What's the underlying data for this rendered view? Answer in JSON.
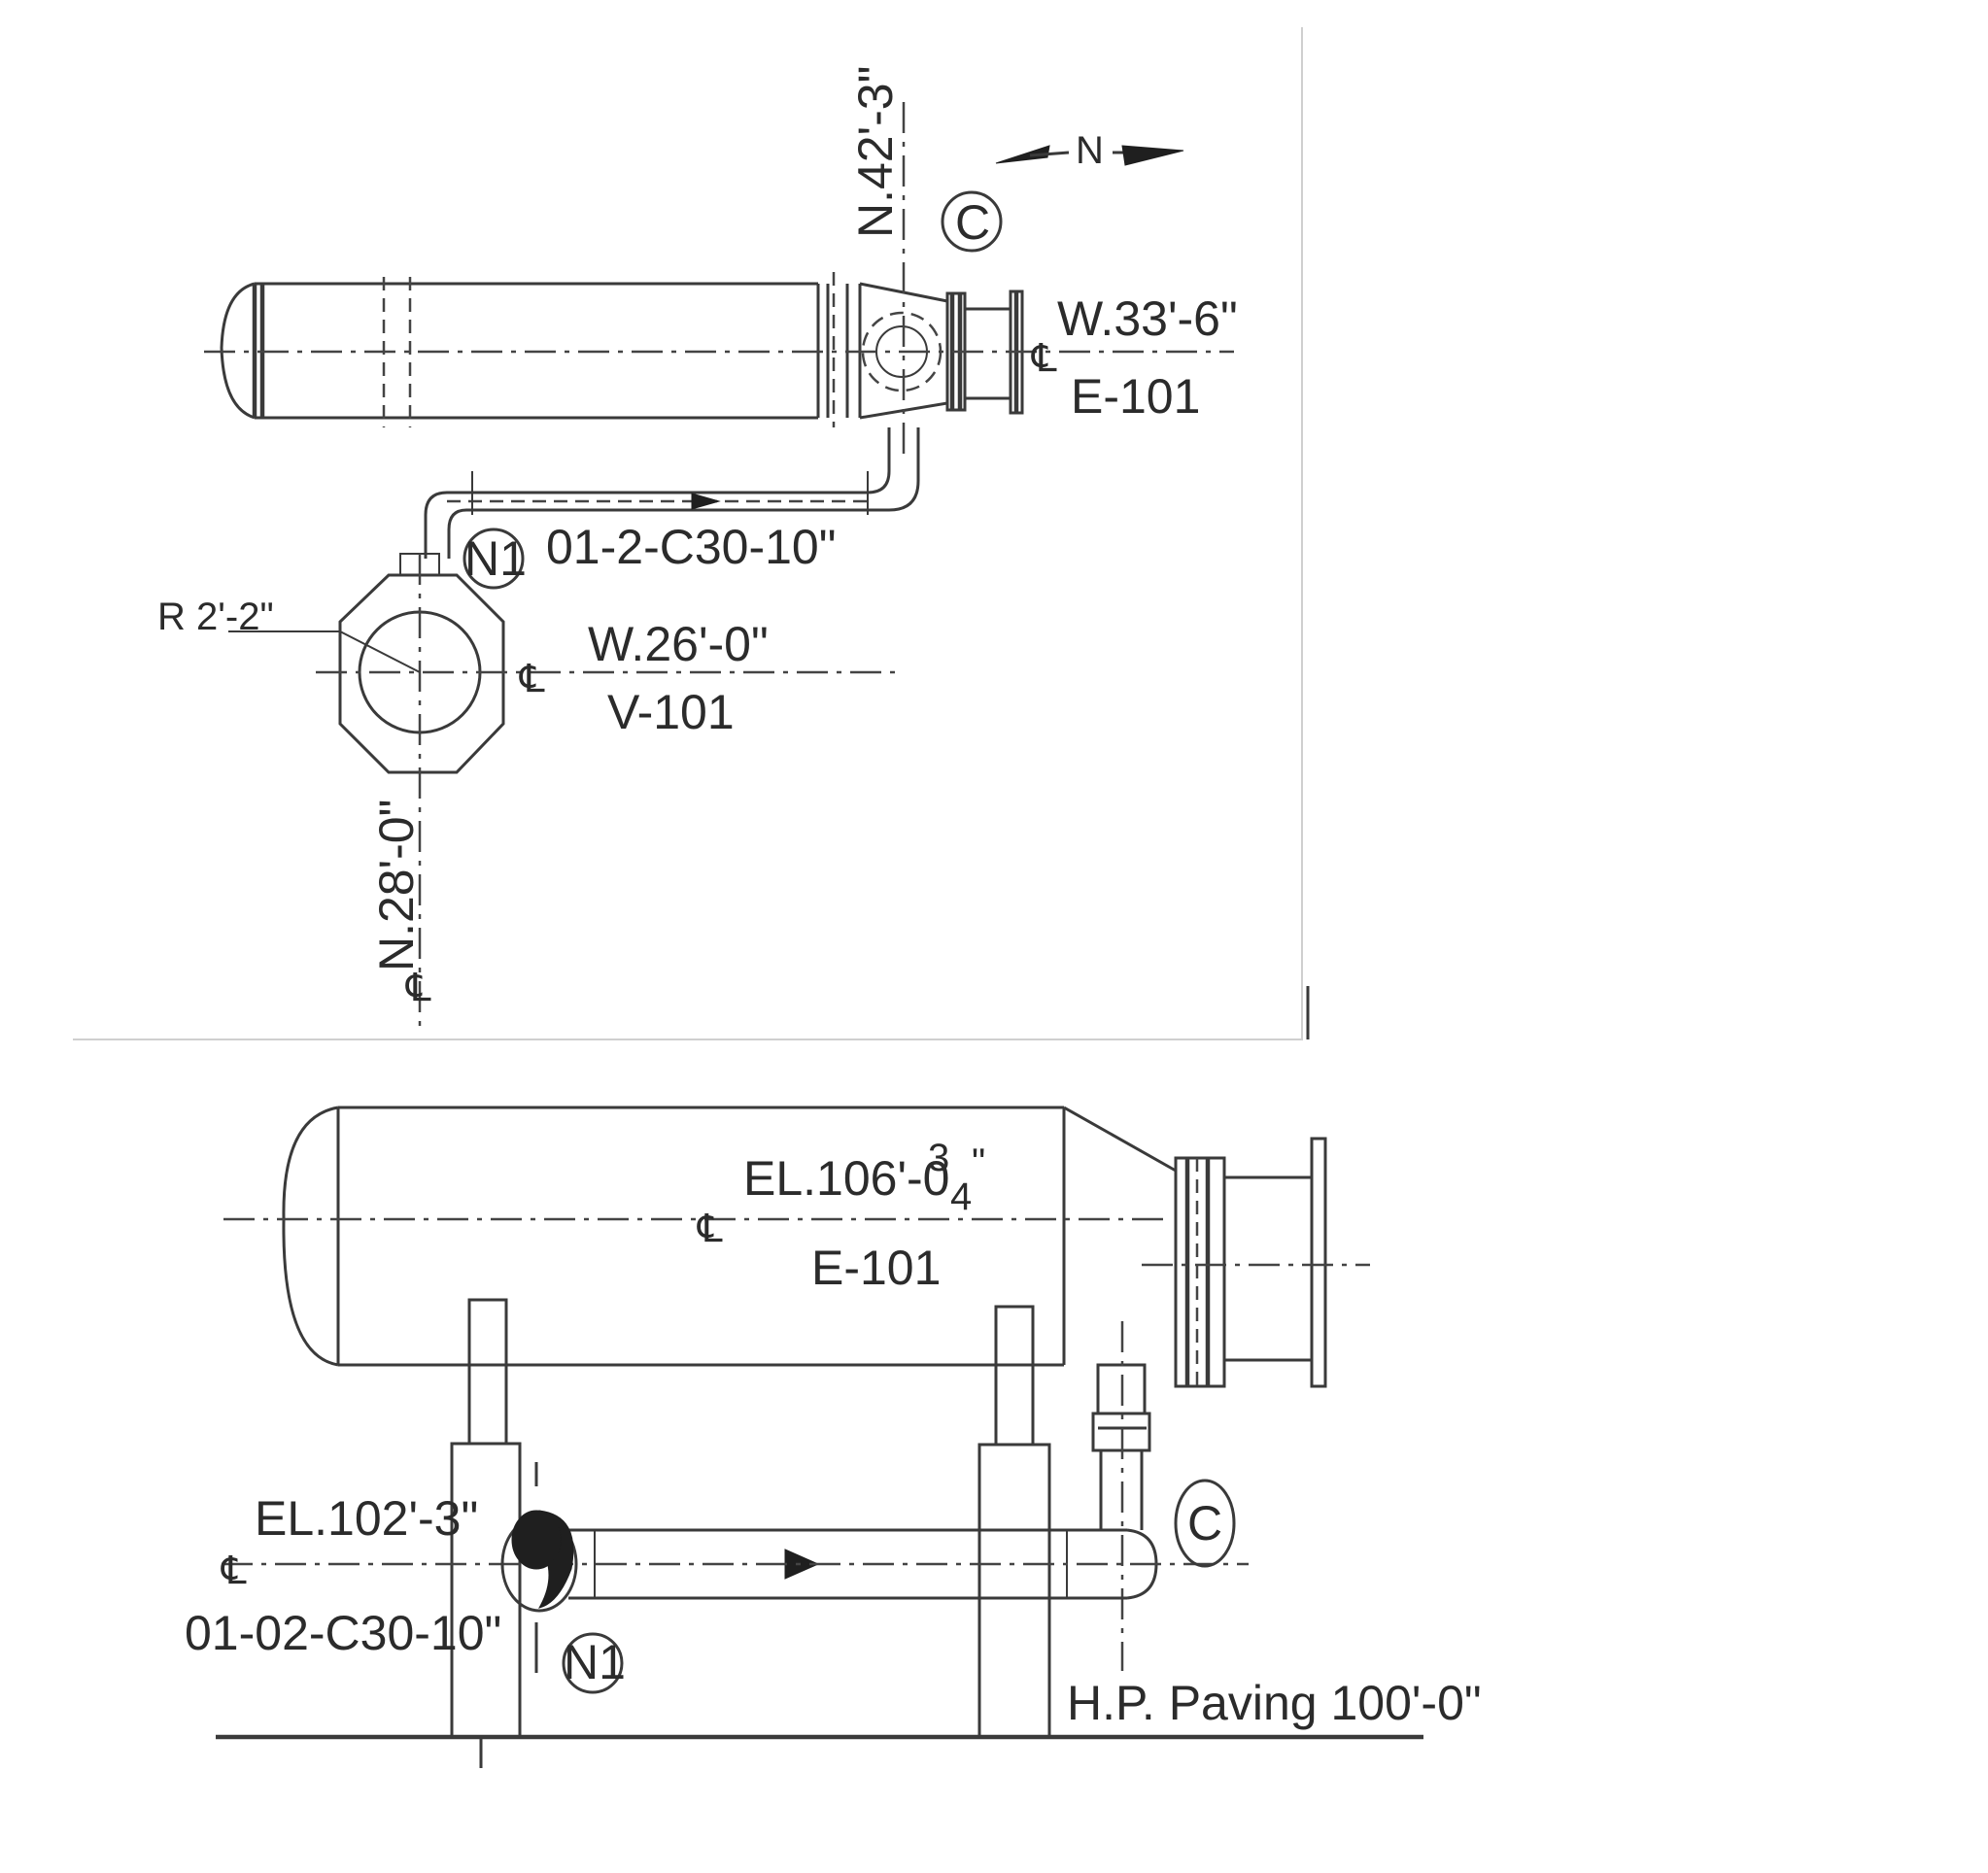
{
  "plan_view": {
    "north_label": "N",
    "callout_c": "C",
    "dim_north_exchanger": "N.42'-3\"",
    "exchanger_west": "W.33'-6\"",
    "exchanger_tag": "E-101",
    "nozzle_n1": "N1",
    "line_number": "01-2-C30-10\"",
    "vessel_radius": "R 2'-2\"",
    "vessel_west": "W.26'-0\"",
    "vessel_tag": "V-101",
    "dim_north_vessel": "N.28'-0\""
  },
  "elevation_view": {
    "exchanger_elevation": "EL.106'-0",
    "exchanger_elevation_fraction_num": "3",
    "exchanger_elevation_fraction_den": "4",
    "exchanger_elevation_inch": "\"",
    "exchanger_tag": "E-101",
    "pipe_elevation": "EL.102'-3\"",
    "line_number": "01-02-C30-10\"",
    "nozzle_n1": "N1",
    "callout_c": "C",
    "paving": "H.P. Paving 100'-0\""
  },
  "centerline_symbol": "℄"
}
